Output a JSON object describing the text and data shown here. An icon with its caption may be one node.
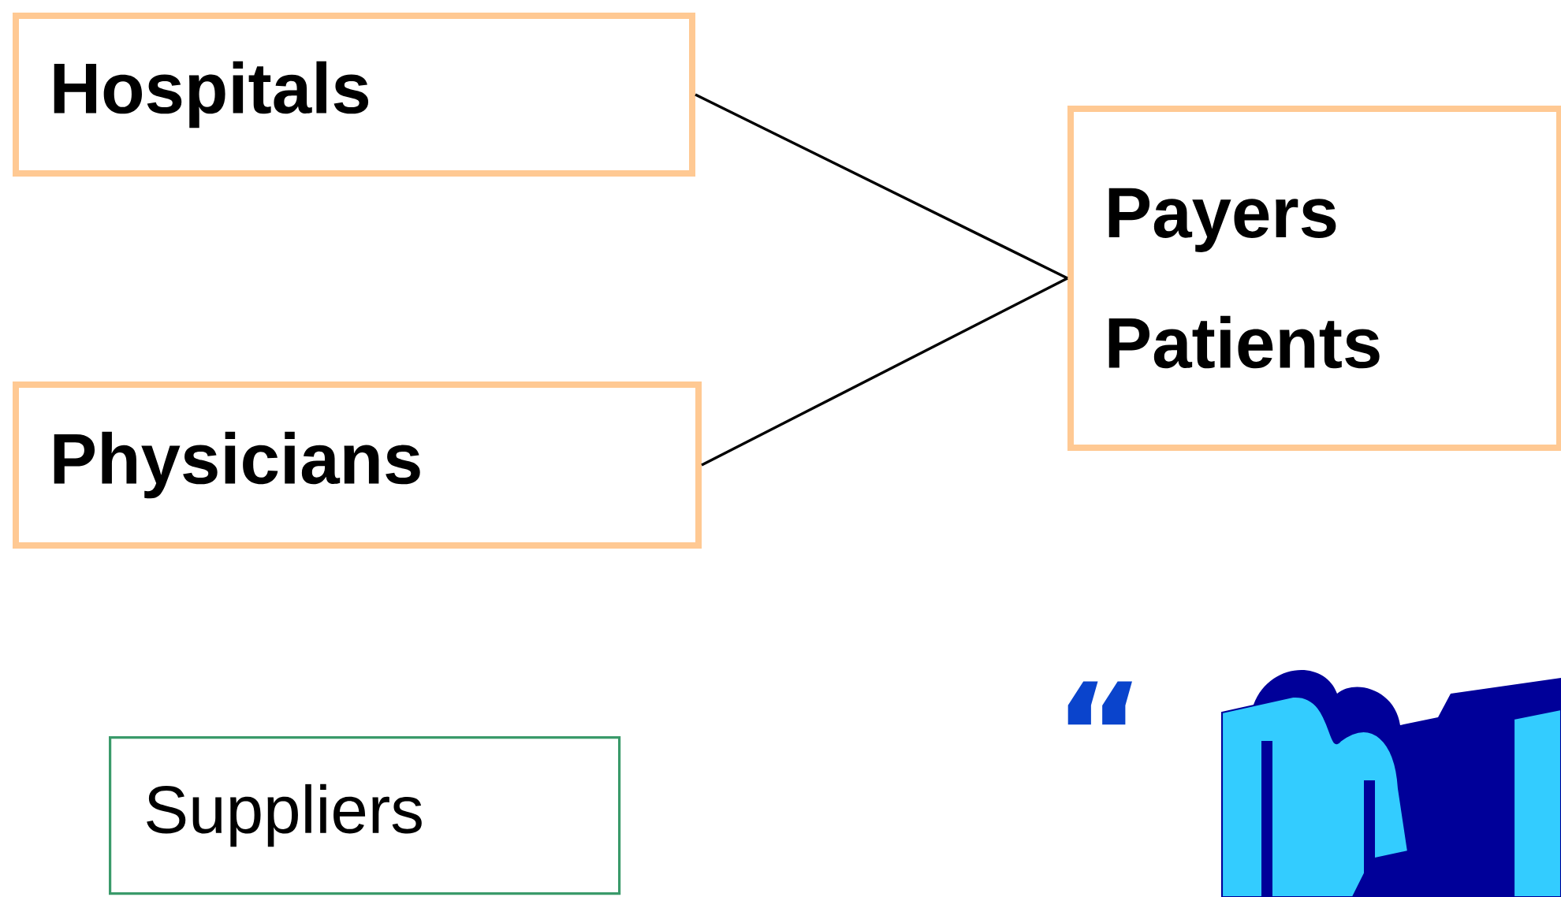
{
  "diagram": {
    "nodes": [
      {
        "text": [
          "Hospitals"
        ]
      },
      {
        "text": [
          "Payers",
          "Patients"
        ]
      },
      {
        "text": [
          "Physicians"
        ]
      },
      {
        "text": [
          "Suppliers"
        ]
      }
    ],
    "edges": [
      {
        "from": 0,
        "to": 1,
        "arrow": "none"
      },
      {
        "from": 2,
        "to": 1,
        "arrow": "none"
      }
    ],
    "labels": [
      "“"
    ]
  }
}
